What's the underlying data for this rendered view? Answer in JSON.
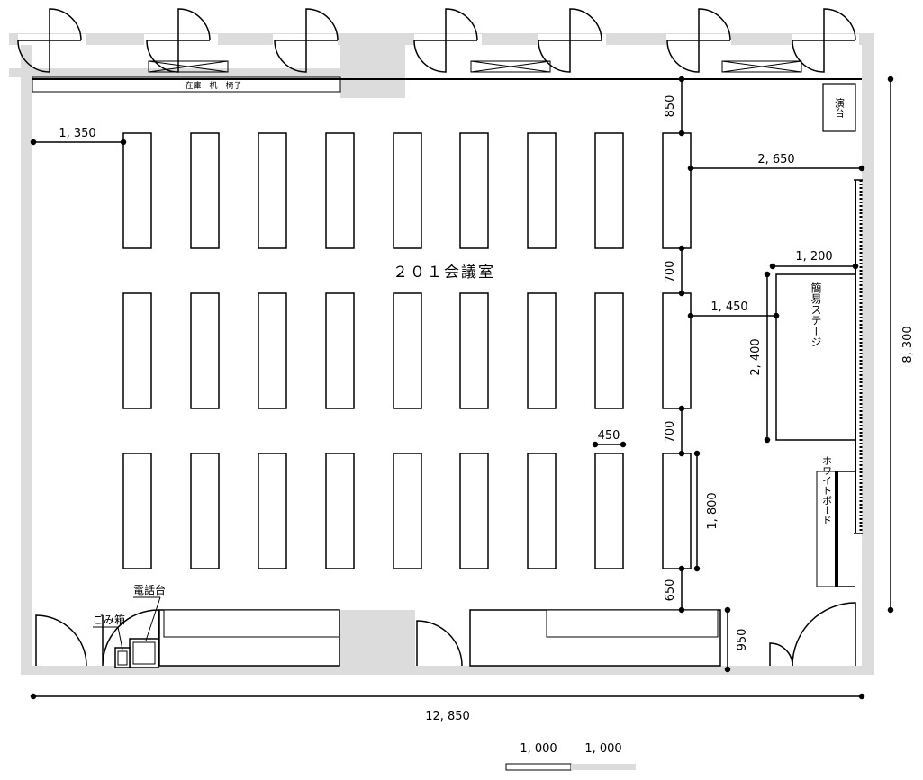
{
  "room_name": "２０１会議室",
  "fixtures": {
    "storage": "在庫　机　椅子",
    "podium": "演台",
    "stage": "簡易ステージ",
    "whiteboard": "ホワイトボード",
    "phone_stand": "電話台",
    "trash_bin": "ごみ箱"
  },
  "dimensions": {
    "overall_width": "12, 850",
    "overall_depth": "8, 300",
    "left_offset": "1, 350",
    "right_aisle": "2, 650",
    "stage_width": "1, 200",
    "stage_gap": "1, 450",
    "stage_depth": "2, 400",
    "table_width": "450",
    "table_length": "1, 800",
    "top_clearance": "850",
    "row_gap_1": "700",
    "row_gap_2": "700",
    "bottom_clearance": "650",
    "counter_depth": "950"
  },
  "scale": {
    "label_a": "1, 000",
    "label_b": "1, 000"
  },
  "colors": {
    "wall": "#dcdcdc",
    "line": "#000000"
  }
}
